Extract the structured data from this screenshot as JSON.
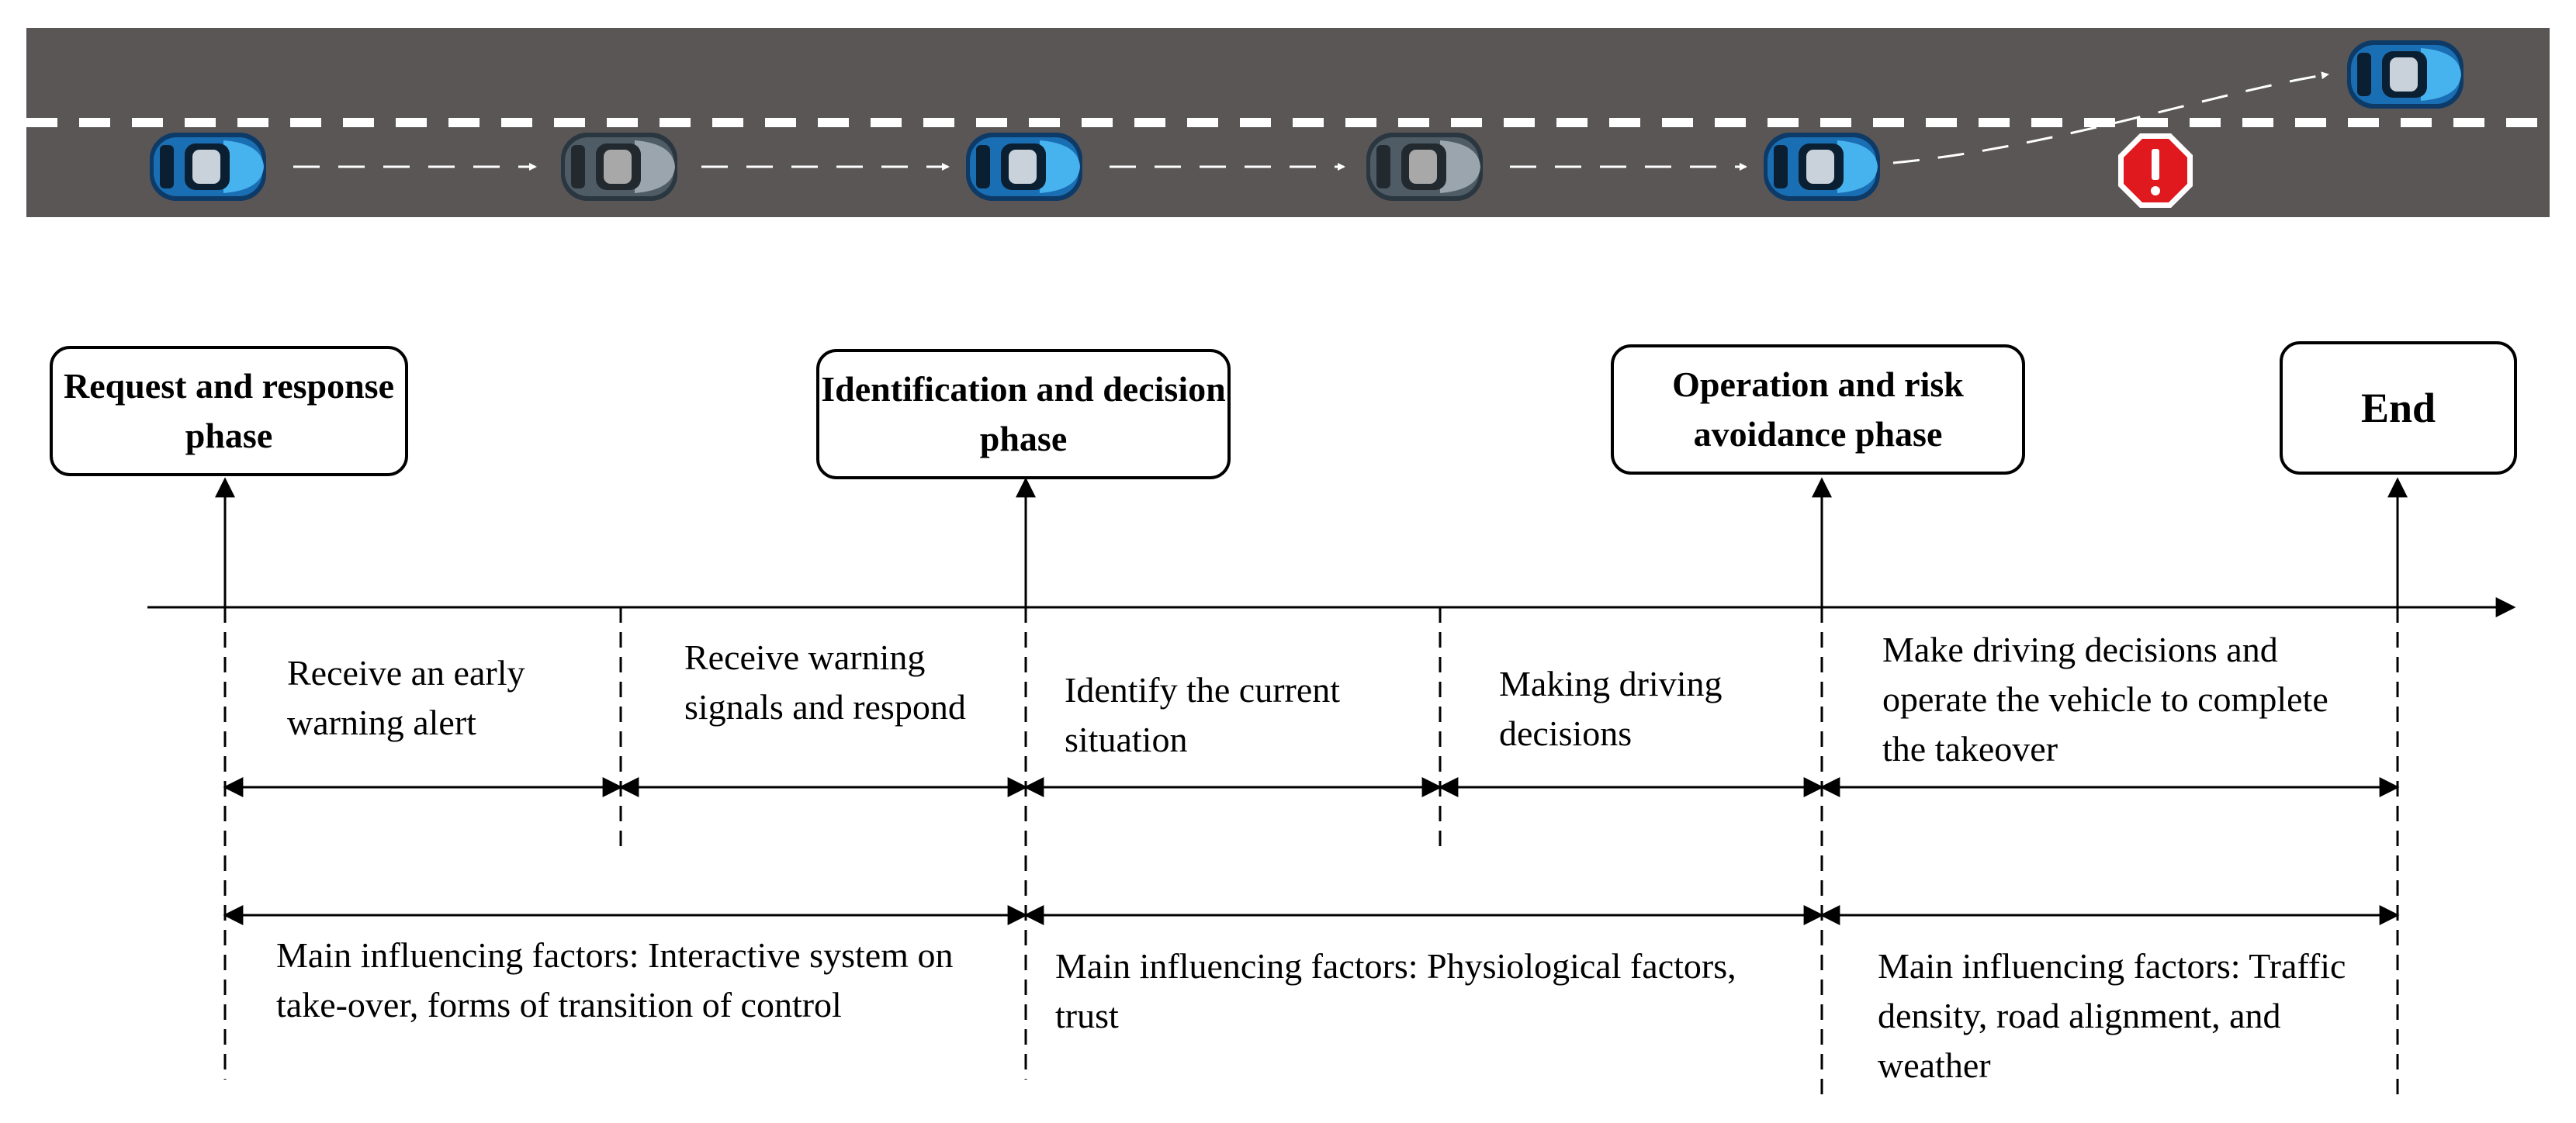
{
  "road": {
    "background": "#5a5656",
    "lane_marking": "#ffffff",
    "hazard_icon": "warning-stop-sign-icon",
    "hazard_color": "#e0191f"
  },
  "phases": [
    {
      "id": "request",
      "text": "Request and response phase"
    },
    {
      "id": "identification",
      "text": "Identification and decision phase"
    },
    {
      "id": "operation",
      "text": "Operation and risk avoidance phase"
    },
    {
      "id": "end",
      "text": "End"
    }
  ],
  "steps": [
    {
      "id": "early-warning",
      "text": "Receive an early warning alert"
    },
    {
      "id": "warning-signals",
      "text": "Receive warning signals and respond"
    },
    {
      "id": "identify-situation",
      "text": "Identify the current situation"
    },
    {
      "id": "driving-decisions",
      "text": "Making driving decisions"
    },
    {
      "id": "complete-takeover",
      "text": "Make driving decisions and operate the vehicle to complete the takeover"
    }
  ],
  "factors": [
    {
      "id": "request-factors",
      "text": "Main influencing factors: Interactive system on take-over, forms of transition of control"
    },
    {
      "id": "identification-factors",
      "text": "Main influencing factors: Physiological factors, trust"
    },
    {
      "id": "operation-factors",
      "text": "Main influencing factors: Traffic density, road alignment, and weather"
    }
  ]
}
